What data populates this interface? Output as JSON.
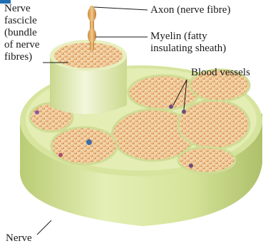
{
  "labels": {
    "fascicle": [
      "Nerve",
      "fascicle",
      "(bundle",
      "of nerve",
      "fibres)"
    ],
    "axon": "Axon (nerve fibre)",
    "myelin": [
      "Myelin (fatty",
      "insulating sheath)"
    ],
    "blood_vessels": "Blood vessels",
    "nerve": "Nerve"
  },
  "colors": {
    "sheath": "#d9e79e",
    "sheath_dark": "#b8cc75",
    "fibres": "#e8a96a",
    "fibre_bg": "#f4d9b0",
    "vessel": "#7a5a8c",
    "label_text": "#1a1a1a",
    "corner_tab": "#1f6fb2"
  }
}
